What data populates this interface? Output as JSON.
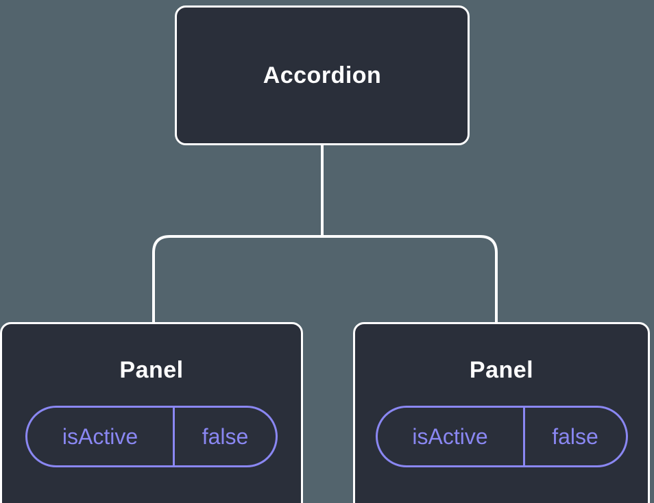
{
  "diagram": {
    "type": "component-tree",
    "colors": {
      "bg": "#53646d",
      "node-fill": "#2a2f3a",
      "node-border": "#ffffff",
      "accent": "#8a87f2",
      "title-color": "#ffffff"
    },
    "root": {
      "label": "Accordion"
    },
    "children": [
      {
        "label": "Panel",
        "state": {
          "key": "isActive",
          "value": "false"
        }
      },
      {
        "label": "Panel",
        "state": {
          "key": "isActive",
          "value": "false"
        }
      }
    ]
  }
}
